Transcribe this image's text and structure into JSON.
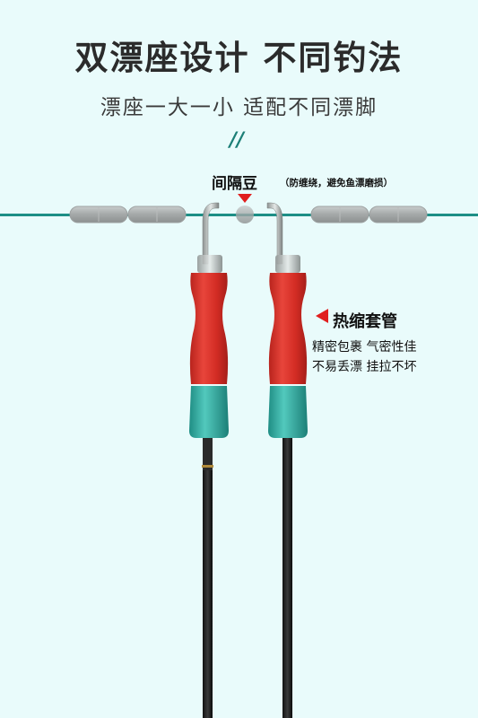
{
  "header": {
    "title": "双漂座设计  不同钓法",
    "subtitle": "漂座一大一小 适配不同漂脚",
    "quote_mark": "//"
  },
  "callouts": {
    "spacer": {
      "label": "间隔豆",
      "note": "（防缠绕，避免鱼漂磨损）"
    },
    "sleeve": {
      "label": "热缩套管",
      "features": [
        "精密包裹 气密性佳",
        "不易丢漂 挂拉不坏"
      ]
    }
  },
  "colors": {
    "background": "#e9fbfb",
    "line": "#1d8f86",
    "sleeve_red": "#e0332b",
    "base_teal": "#3ab3a8",
    "accent_red": "#e01f1f"
  }
}
